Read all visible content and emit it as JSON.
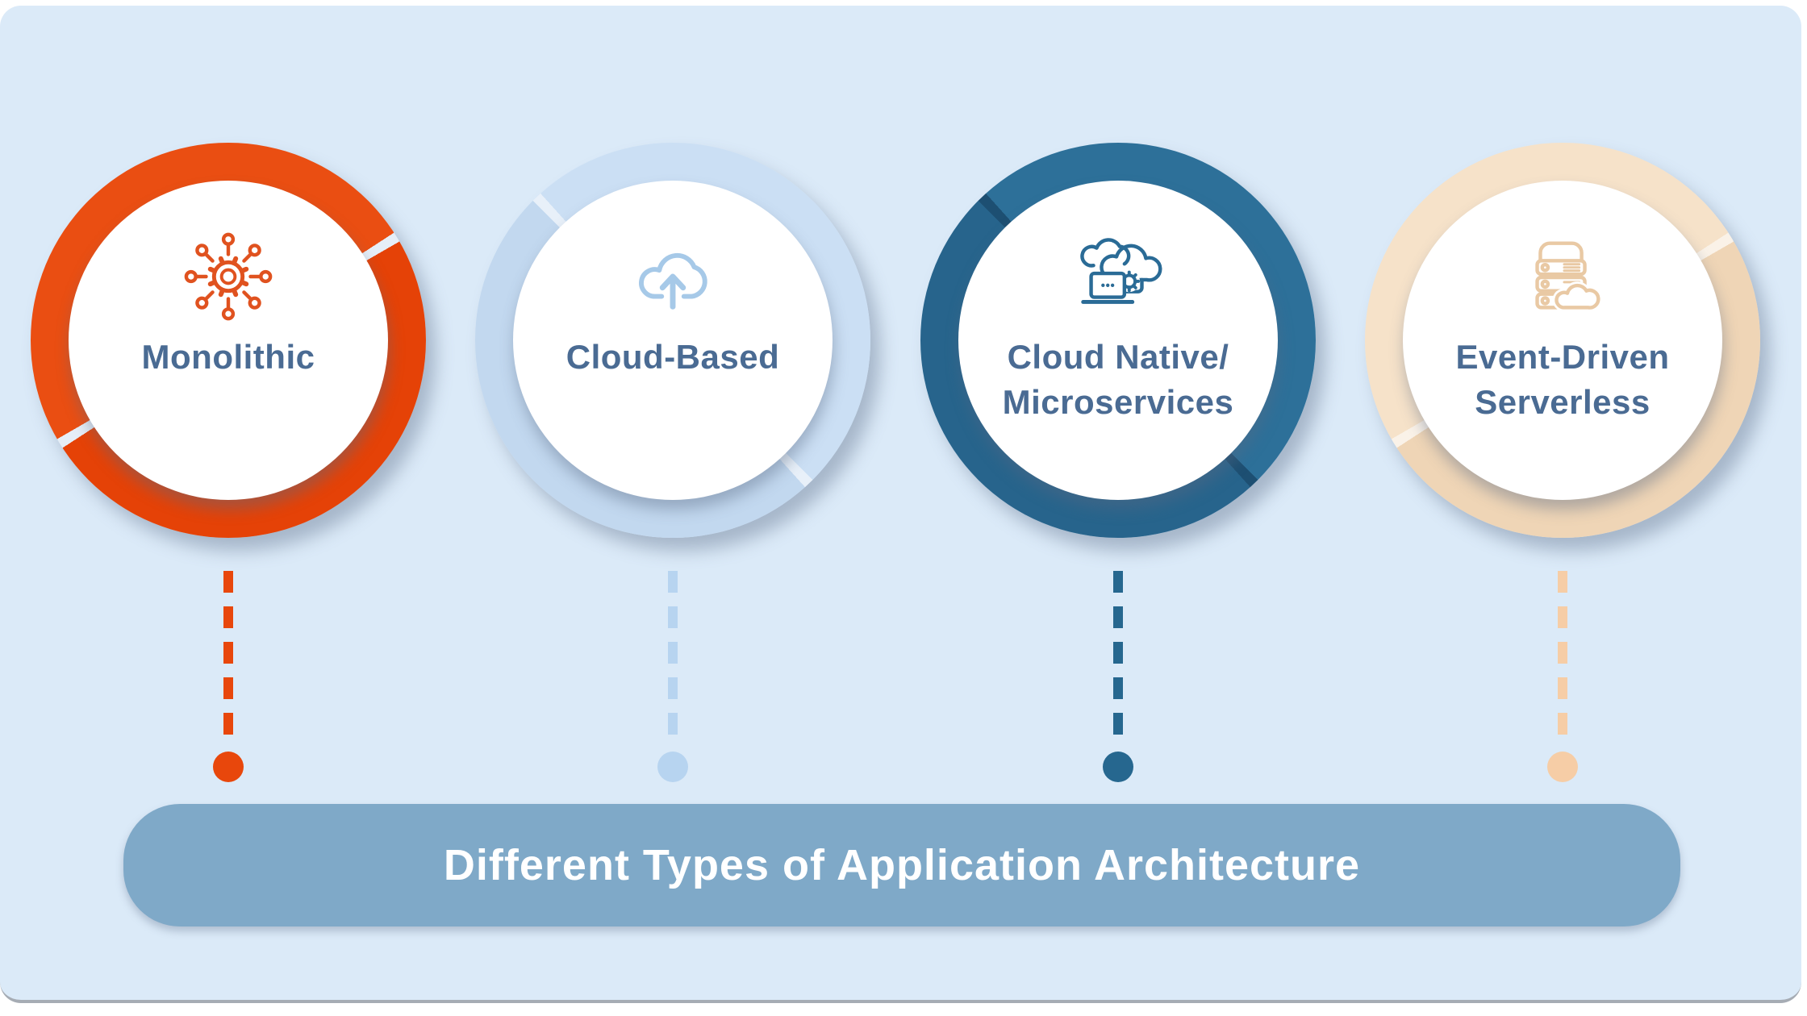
{
  "canvas": {
    "outer_background": "#FFFFFF"
  },
  "card": {
    "background": "#DBEAF8",
    "bottom_border_color": "#A6ACB4",
    "label_text_color": "#4A6B93"
  },
  "items": [
    {
      "title": "Monolithic",
      "title_line2": "",
      "icon": "hub-network-icon",
      "ring_color_a": "#EA4E12",
      "ring_color_b": "#E54207",
      "seam_color": "#E6EEF7",
      "seam_angles": [
        57,
        237
      ],
      "icon_color": "#E0521F",
      "connector_color": "#E8470C"
    },
    {
      "title": "Cloud-Based",
      "title_line2": "",
      "icon": "cloud-upload-icon",
      "ring_color_a": "#CBDFF4",
      "ring_color_b": "#C2D8EF",
      "seam_color": "#E8F0F9",
      "seam_angles": [
        135,
        315
      ],
      "icon_color": "#A6C9E8",
      "connector_color": "#B7D4F0"
    },
    {
      "title": "Cloud Native/",
      "title_line2": "Microservices",
      "icon": "cloud-gear-laptop-icon",
      "ring_color_a": "#2D7099",
      "ring_color_b": "#27648C",
      "seam_color": "#1D4F72",
      "seam_angles": [
        135,
        315
      ],
      "icon_color": "#2A6B96",
      "connector_color": "#26678F"
    },
    {
      "title": "Event-Driven",
      "title_line2": "Serverless",
      "icon": "server-cloud-icon",
      "ring_color_a": "#F6E2C9",
      "ring_color_b": "#EFD5B6",
      "seam_color": "#FAF2E8",
      "seam_angles": [
        57,
        237
      ],
      "icon_color": "#E9C9A4",
      "connector_color": "#F6CDA6"
    }
  ],
  "banner": {
    "label": "Different Types of Application Architecture",
    "background": "#7FA9C8",
    "text_color": "#FFFFFF"
  }
}
